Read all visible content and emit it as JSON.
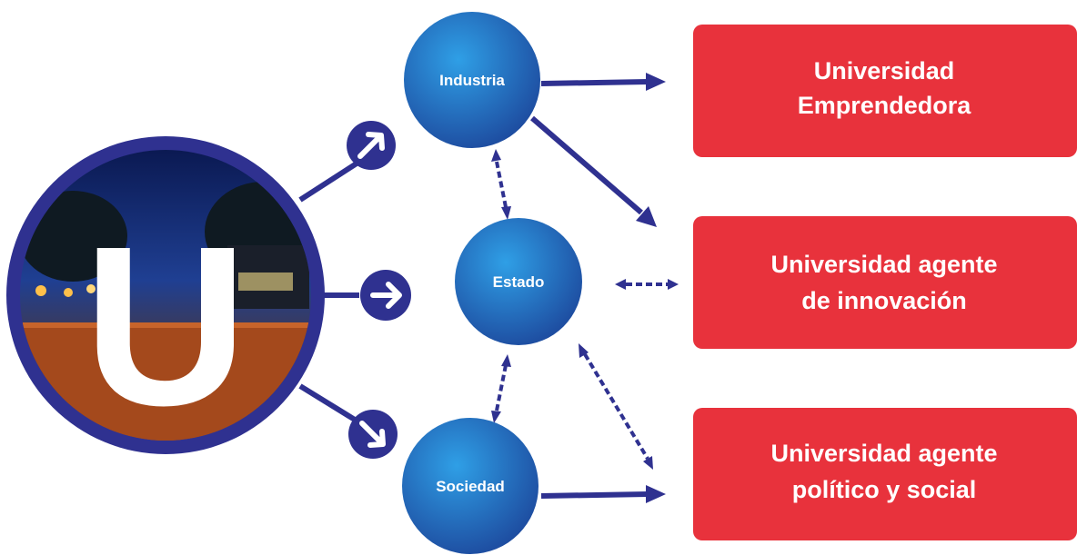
{
  "logo": {
    "letter": "U"
  },
  "nodes": {
    "industria": "Industria",
    "estado": "Estado",
    "sociedad": "Sociedad"
  },
  "boxes": {
    "emprendedora": [
      "Universidad",
      "Emprendedora"
    ],
    "innovacion": [
      "Universidad agente",
      "de innovación"
    ],
    "politico": [
      "Universidad agente",
      "político y social"
    ]
  },
  "colors": {
    "navy": "#2f3190",
    "node_light": "#2a8fd6",
    "node_dark": "#1f4fa3",
    "box_red": "#e8323c"
  }
}
